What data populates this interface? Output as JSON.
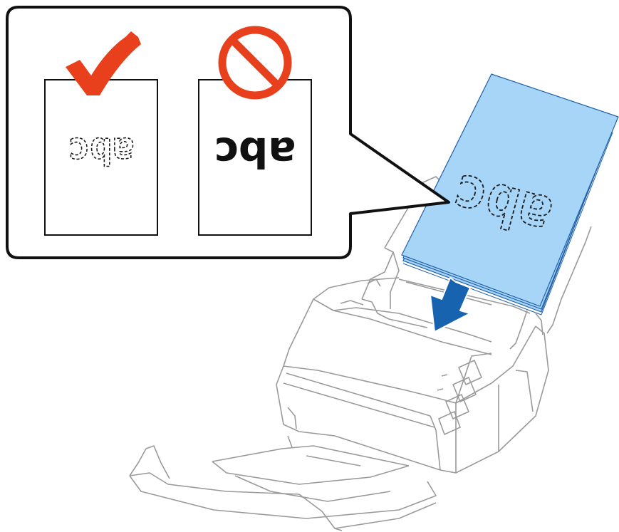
{
  "callout": {
    "correct_example": {
      "mark": "checkmark-icon",
      "text": "abc",
      "text_style": "dashed-outline",
      "orientation": "upside-down"
    },
    "incorrect_example": {
      "mark": "prohibited-icon",
      "text": "abc",
      "text_style": "solid",
      "orientation": "upside-down"
    }
  },
  "paper_stack": {
    "text": "abc",
    "text_style": "dashed-outline",
    "orientation": "upside-down",
    "direction_icon": "arrow-down-icon"
  },
  "device": "document-scanner-with-output-tray",
  "colors": {
    "check_mark": "#e8401c",
    "prohibited_sign": "#e8401c",
    "paper_fill": "#a6d5f7",
    "paper_edge": "#1f5fa8",
    "arrow": "#1763b0",
    "outline": "#1a1a1a",
    "scanner_lines": "#9a9a9a"
  }
}
